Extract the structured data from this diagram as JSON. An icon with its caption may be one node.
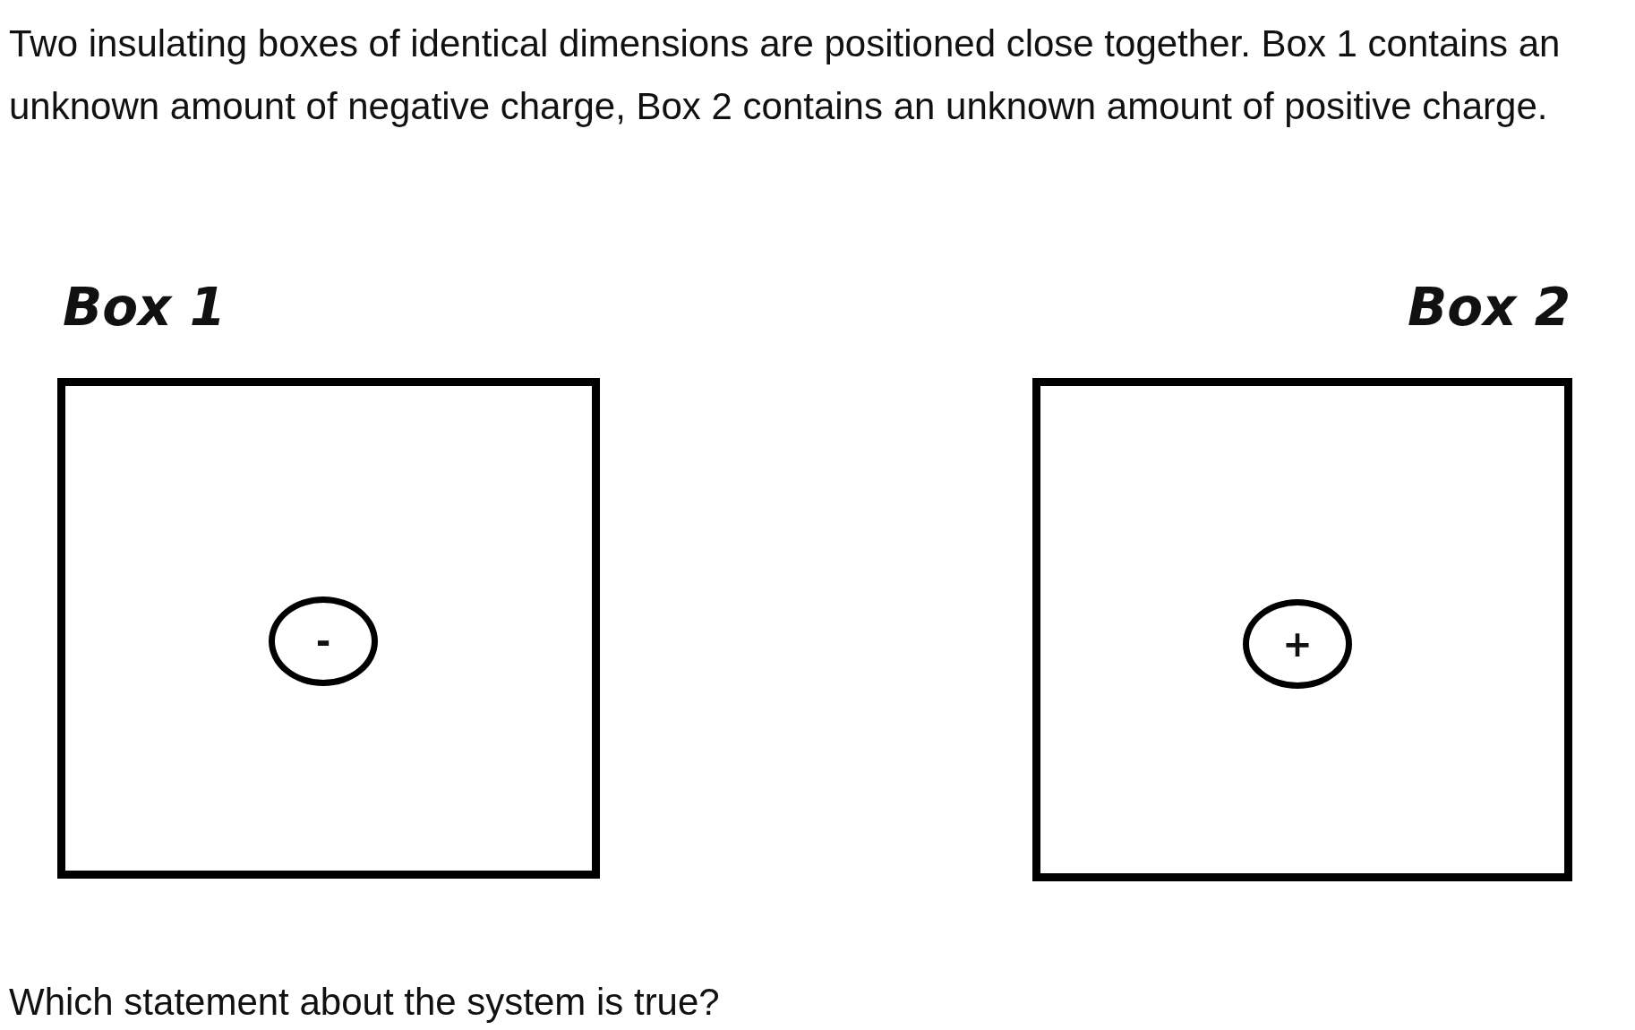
{
  "diagram": {
    "title": "Two insulating boxes of identical dimensions are positioned close together. Box 1 contains an unknown amount of negative charge, Box 2 contains an unknown amount of positive charge.",
    "caption": "Which statement about the system is true?",
    "nodes": [
      {
        "text": [
          "Box 1"
        ]
      },
      {
        "text": [
          "-"
        ],
        "in": 0
      },
      {
        "text": [
          "Box 2"
        ]
      },
      {
        "text": [
          "+"
        ],
        "in": 2
      }
    ]
  }
}
